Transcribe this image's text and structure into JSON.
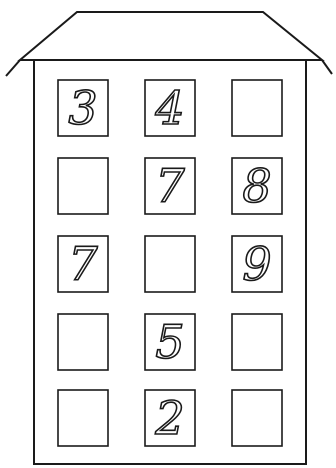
{
  "house": {
    "windows": [
      [
        "3",
        "4",
        ""
      ],
      [
        "",
        "7",
        "8"
      ],
      [
        "7",
        "",
        "9"
      ],
      [
        "",
        "5",
        ""
      ],
      [
        "",
        "2",
        ""
      ]
    ]
  }
}
